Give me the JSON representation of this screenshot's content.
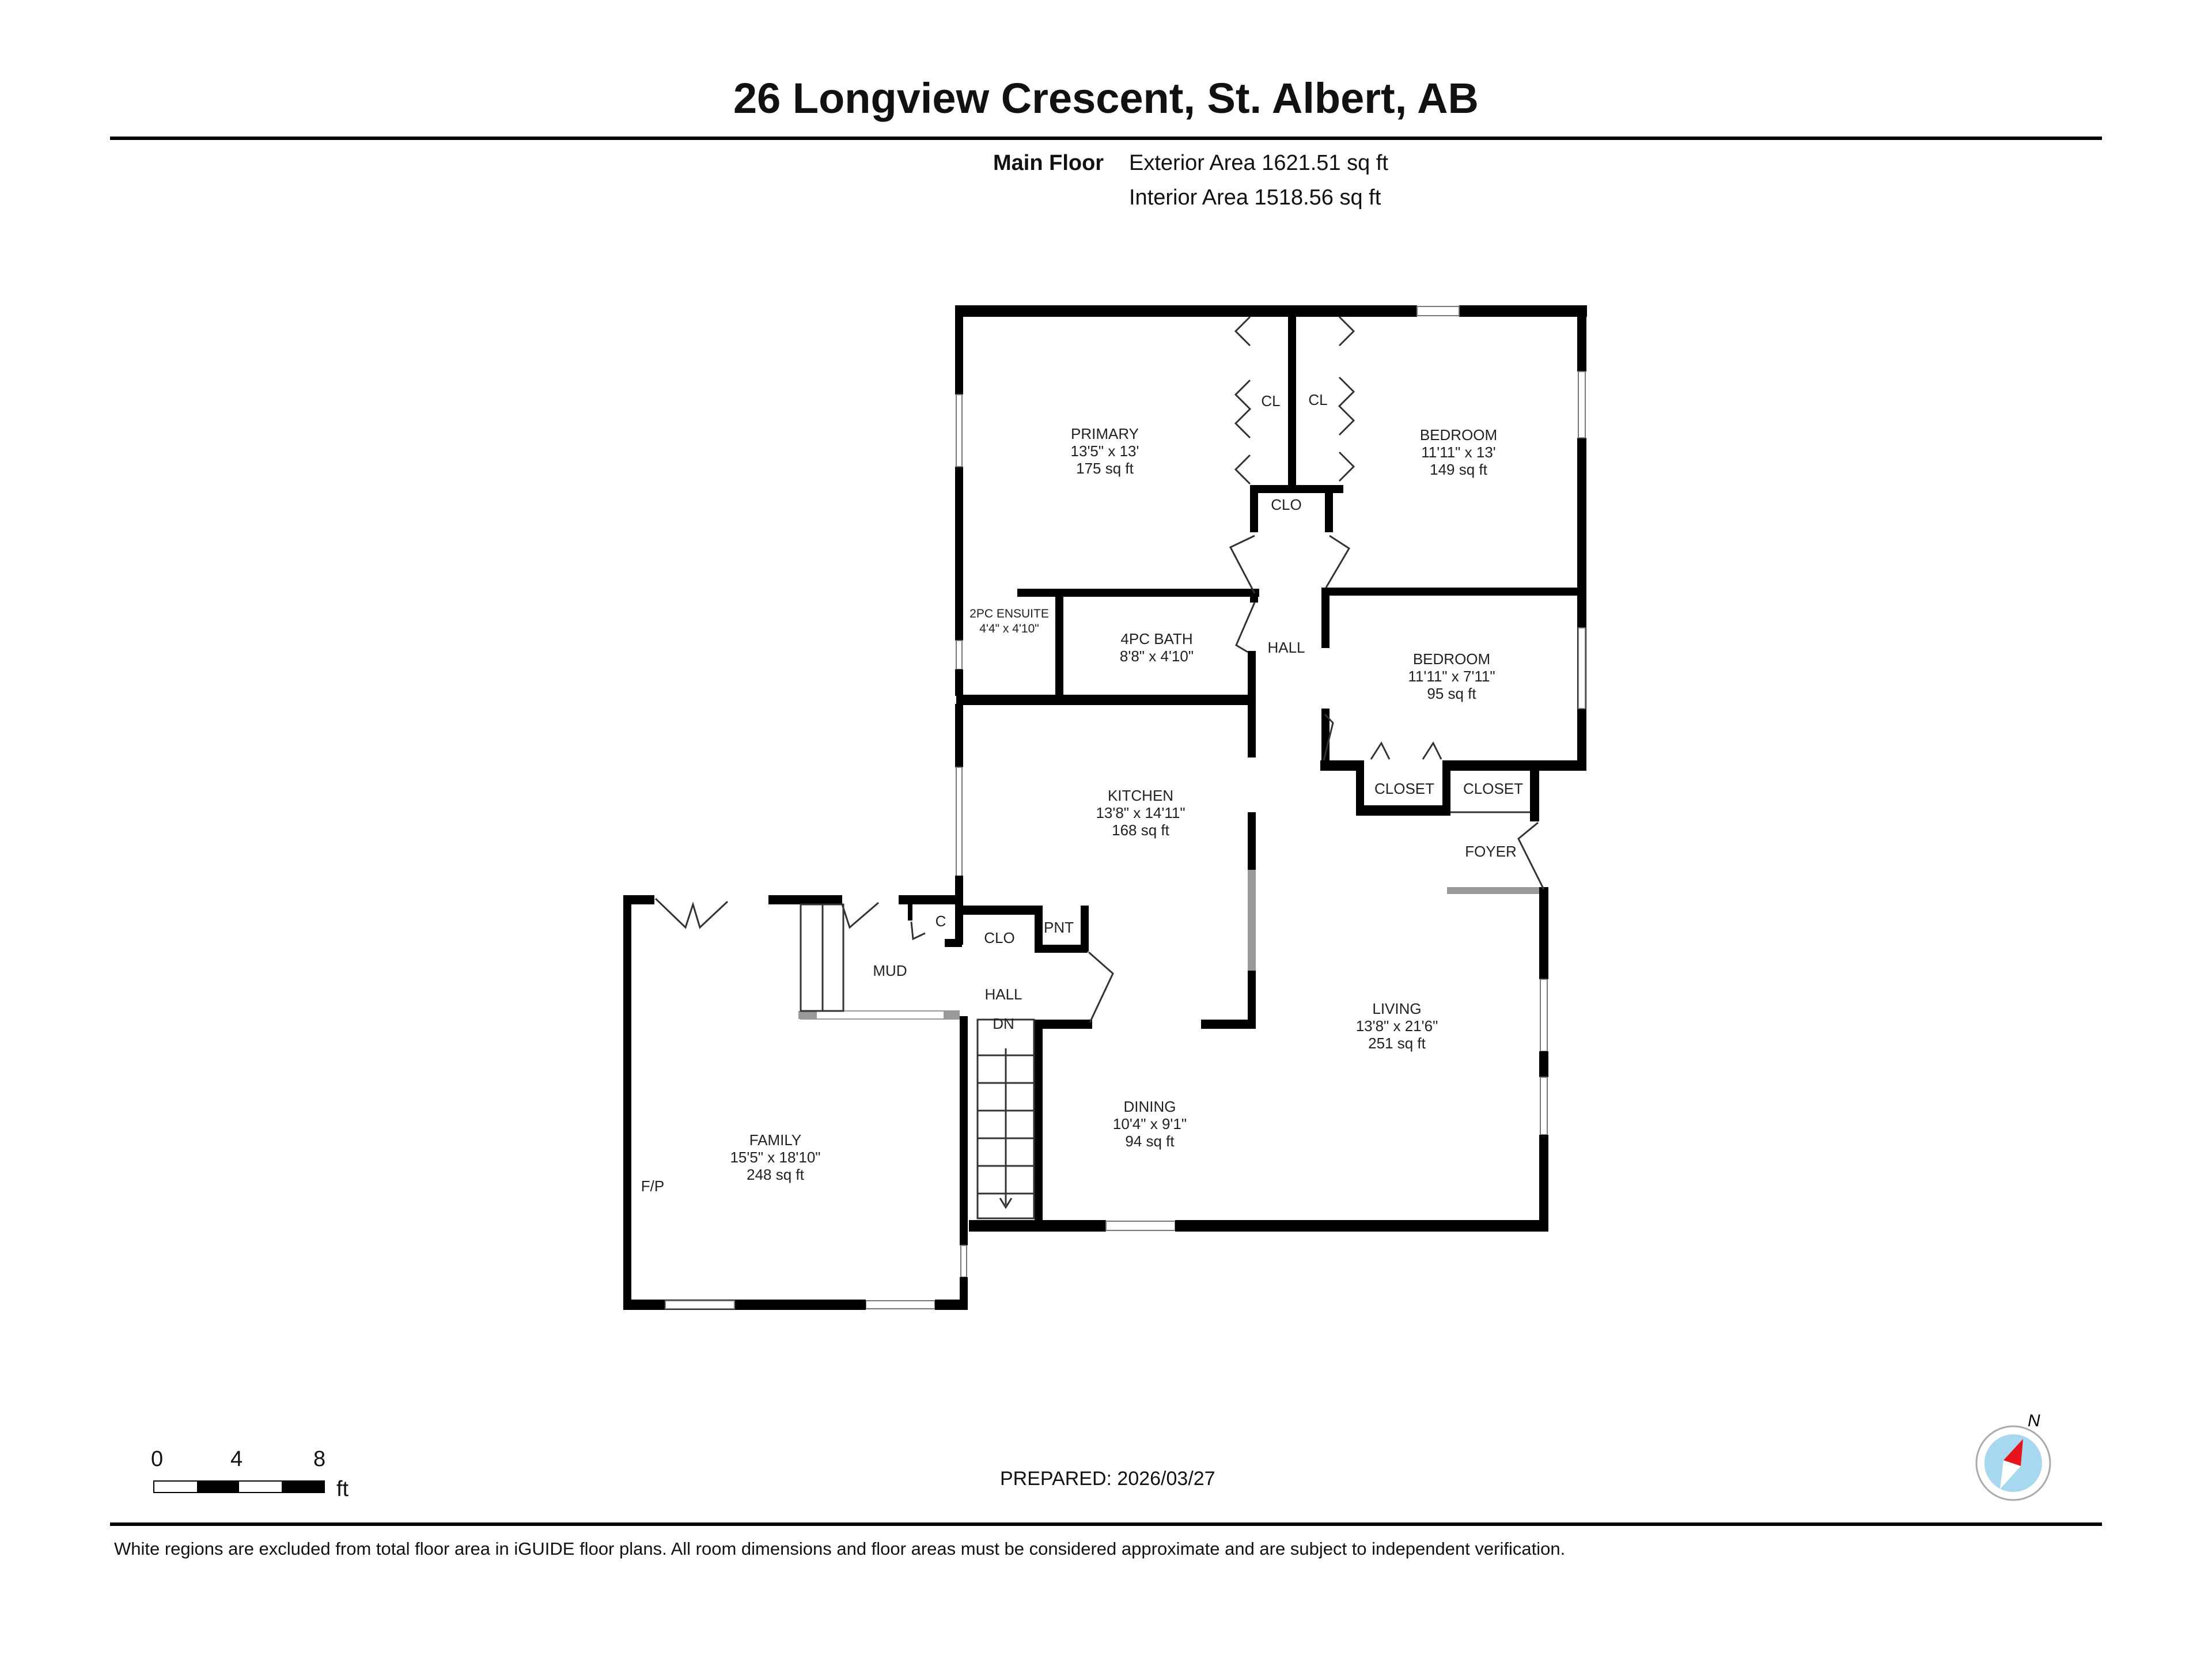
{
  "header": {
    "title": "26 Longview Crescent, St. Albert, AB",
    "floor_label": "Main Floor",
    "exterior_area": "Exterior Area 1621.51 sq ft",
    "interior_area": "Interior Area 1518.56 sq ft"
  },
  "rooms": {
    "primary": {
      "name": "PRIMARY",
      "dims": "13'5\" x 13'",
      "area": "175 sq ft"
    },
    "bedroom1": {
      "name": "BEDROOM",
      "dims": "11'11\" x 13'",
      "area": "149 sq ft"
    },
    "bedroom2": {
      "name": "BEDROOM",
      "dims": "11'11\" x 7'11\"",
      "area": "95 sq ft"
    },
    "ensuite": {
      "name": "2PC ENSUITE",
      "dims": "4'4\" x 4'10\""
    },
    "bath": {
      "name": "4PC BATH",
      "dims": "8'8\" x 4'10\""
    },
    "kitchen": {
      "name": "KITCHEN",
      "dims": "13'8\" x 14'11\"",
      "area": "168 sq ft"
    },
    "living": {
      "name": "LIVING",
      "dims": "13'8\" x 21'6\"",
      "area": "251 sq ft"
    },
    "dining": {
      "name": "DINING",
      "dims": "10'4\" x 9'1\"",
      "area": "94 sq ft"
    },
    "family": {
      "name": "FAMILY",
      "dims": "15'5\" x 18'10\"",
      "area": "248 sq ft"
    }
  },
  "labels": {
    "cl_left": "CL",
    "cl_right": "CL",
    "clo_top": "CLO",
    "hall_top": "HALL",
    "closet_left": "CLOSET",
    "closet_right": "CLOSET",
    "foyer": "FOYER",
    "c": "C",
    "clo_mud": "CLO",
    "pnt": "PNT",
    "mud": "MUD",
    "hall_mud": "HALL",
    "dn": "DN",
    "fp": "F/P"
  },
  "scale": {
    "ticks": [
      "0",
      "4",
      "8"
    ],
    "unit": "ft"
  },
  "compass": {
    "north_label": "N",
    "needle_color": "#e8141b",
    "face_color": "#a8d8f0"
  },
  "footer": {
    "prepared": "PREPARED: 2026/03/27",
    "disclaimer": "White regions are excluded from total floor area in iGUIDE floor plans. All room dimensions and floor areas must be considered approximate and are subject to independent verification."
  }
}
